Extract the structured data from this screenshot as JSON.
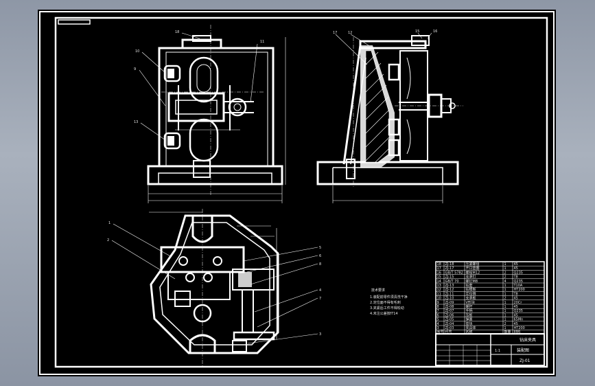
{
  "drawing": {
    "balloons": {
      "front": [
        "18",
        "11",
        "10",
        "9",
        "13"
      ],
      "side": [
        "17",
        "12",
        "15",
        "16"
      ],
      "plan": [
        "1",
        "2",
        "5",
        "6",
        "8",
        "4",
        "7",
        "3"
      ]
    },
    "notes": {
      "title": "技术要求",
      "lines": [
        "1.装配前零件须清洗干净",
        "2.定位面不得有毛刺",
        "3.夹紧后工件不得松动",
        "4.未注公差按IT14"
      ]
    },
    "title_block": {
      "name": "钻床夹具",
      "subtitle": "装配图",
      "code": "ZJ-01",
      "scale": "1:1"
    },
    "parts_list": {
      "rows": [
        [
          "18",
          "ZJ-18",
          "压紧螺母",
          "1",
          "45"
        ],
        [
          "17",
          "ZJ-17",
          "开口垫圈",
          "1",
          "45"
        ],
        [
          "16",
          "GB/T 5782",
          "螺栓M12",
          "2",
          "Q235"
        ],
        [
          "15",
          "ZJ-15",
          "支承钉",
          "2",
          "T8"
        ],
        [
          "14",
          "GB/T 70",
          "螺钉M8",
          "4",
          "Q235"
        ],
        [
          "13",
          "ZJ-13",
          "钻套",
          "1",
          "T10A"
        ],
        [
          "12",
          "ZJ-12",
          "钻模板",
          "1",
          "HT200"
        ],
        [
          "11",
          "ZJ-11",
          "定位销",
          "1",
          "T8"
        ],
        [
          "10",
          "ZJ-10",
          "支承板",
          "2",
          "45"
        ],
        [
          "9",
          "ZJ-09",
          "V形块",
          "1",
          "20Cr"
        ],
        [
          "8",
          "ZJ-08",
          "螺杆",
          "1",
          "45"
        ],
        [
          "7",
          "ZJ-07",
          "手柄",
          "1",
          "Q235"
        ],
        [
          "6",
          "ZJ-06",
          "压板",
          "1",
          "45"
        ],
        [
          "5",
          "ZJ-05",
          "弹簧",
          "1",
          "65Mn"
        ],
        [
          "4",
          "ZJ-04",
          "垫块",
          "2",
          "45"
        ],
        [
          "3",
          "ZJ-03",
          "夹具体",
          "1",
          "HT200"
        ]
      ],
      "header": [
        "序号",
        "代号",
        "名称",
        "数量",
        "材料"
      ]
    }
  }
}
